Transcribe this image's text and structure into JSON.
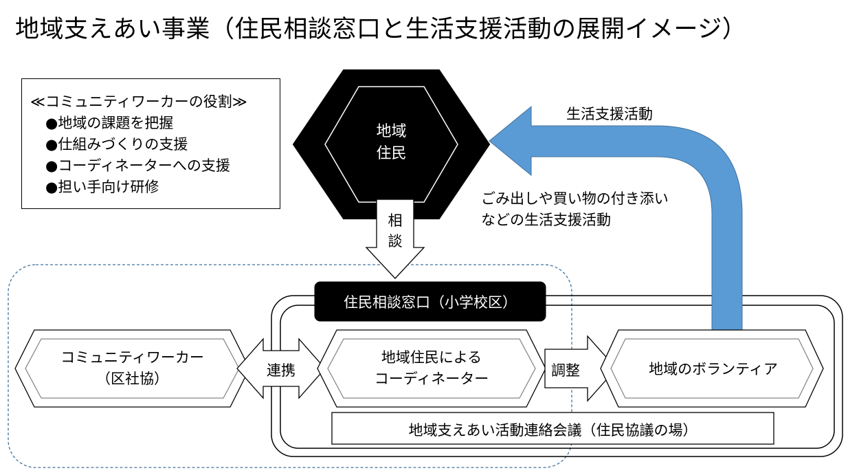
{
  "title": "地域支えあい事業（住民相談窓口と生活支援活動の展開イメージ）",
  "roles_box": {
    "heading": "≪コミュニティワーカーの役割≫",
    "items": [
      "●地域の課題を把握",
      "●仕組みづくりの支援",
      "●コーディネーターへの支援",
      "●担い手向け研修"
    ]
  },
  "hexagon": {
    "line1": "地域",
    "line2": "住民"
  },
  "consult_arrow": {
    "line1": "相",
    "line2": "談"
  },
  "support_arrow": {
    "label": "生活支援活動"
  },
  "support_note": {
    "line1": "ごみ出しや買い物の付き添い",
    "line2": "などの生活支援活動"
  },
  "window_label": "住民相談窓口（小学校区）",
  "community_worker": {
    "line1": "コミュニティワーカー",
    "line2": "（区社協）"
  },
  "link_label": "連携",
  "coordinator": {
    "line1": "地域住民による",
    "line2": "コーディネーター"
  },
  "adjust_label": "調整",
  "volunteer": "地域のボランティア",
  "council": "地域支えあい活動連絡会議（住民協議の場）",
  "colors": {
    "support_arrow": "#5b9bd5",
    "dashed_border": "#41719c",
    "hexagon": "#000000"
  }
}
